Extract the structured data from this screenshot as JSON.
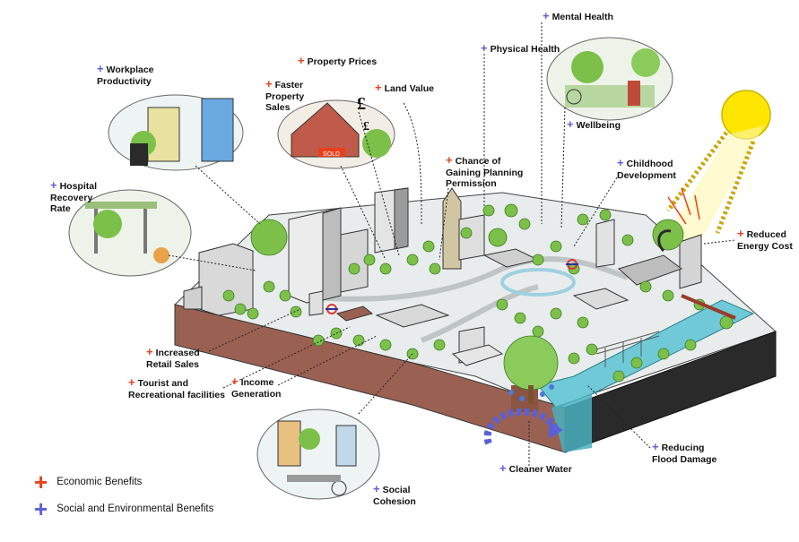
{
  "colors": {
    "economic": "#e8401c",
    "social": "#5a60d8",
    "soil": "#9a6152",
    "water": "#6fc9d6",
    "tree": "#7cc04a",
    "sun": "#ffe600"
  },
  "labels": {
    "mental_health": "Mental Health",
    "physical_health": "Physical Health",
    "property_prices": "Property Prices",
    "workplace_productivity": "Workplace\nProductivity",
    "faster_property_sales": "Faster\nProperty\nSales",
    "land_value": "Land Value",
    "wellbeing": "Wellbeing",
    "childhood_development": "Childhood\nDevelopment",
    "chance_planning": "Chance of\nGaining Planning\nPermission",
    "hospital_recovery": "Hospital\nRecovery\nRate",
    "reduced_energy": "Reduced\nEnergy Cost",
    "increased_retail": "Increased\nRetail Sales",
    "tourist": "Tourist and\nRecreational facilities",
    "income_generation": "Income\nGeneration",
    "reducing_flood": "Reducing\nFlood Damage",
    "cleaner_water": "Cleaner Water",
    "social_cohesion": "Social\nCohesion"
  },
  "legend": {
    "economic": "Economic Benefits",
    "social": "Social and Environmental Benefits"
  },
  "scene_text": {
    "shop_sign": "SOLD"
  }
}
